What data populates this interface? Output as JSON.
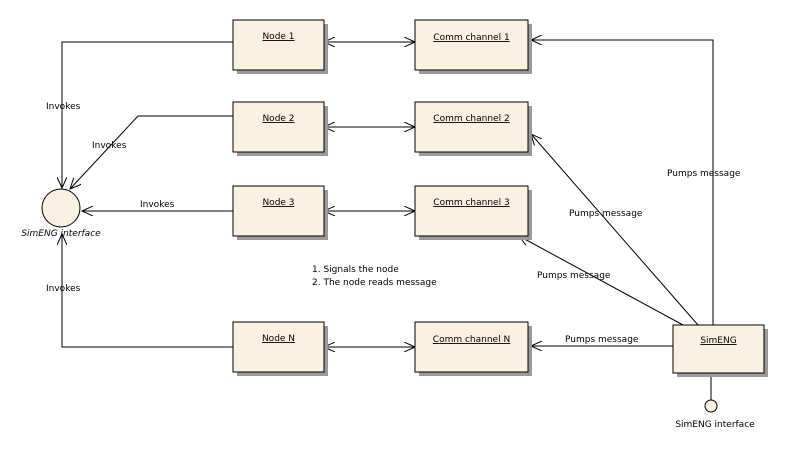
{
  "nodes": {
    "node_1": "Node 1",
    "node_2": "Node 2",
    "node_3": "Node 3",
    "node_n": "Node N"
  },
  "channels": {
    "channel_1": "Comm channel 1",
    "channel_2": "Comm channel 2",
    "channel_3": "Comm channel 3",
    "channel_n": "Comm channel N"
  },
  "simeng": "SimENG",
  "interface_left": "SimENG interface",
  "interface_bottom": "SimENG interface",
  "edge_labels": {
    "invokes_1": "Invokes",
    "invokes_2": "Invokes",
    "invokes_3": "Invokes",
    "invokes_n": "Invokes",
    "pumps_1": "Pumps message",
    "pumps_2": "Pumps message",
    "pumps_3": "Pumps message",
    "pumps_n": "Pumps message"
  },
  "notes": {
    "line_1": "1. Signals the node",
    "line_2": "2. The node reads message"
  }
}
